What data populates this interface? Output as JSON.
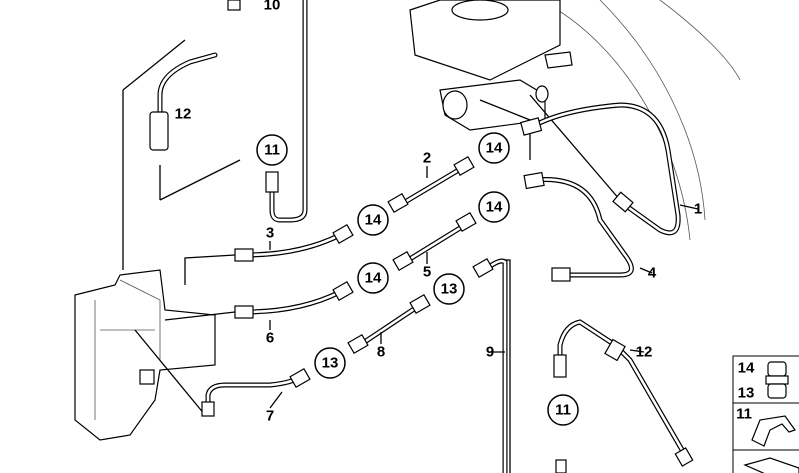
{
  "diagram": {
    "callouts": {
      "c10": "10",
      "c12_left": "12",
      "c11_top": "11",
      "c3": "3",
      "c14_a": "14",
      "c2": "2",
      "c14_b": "14",
      "c14_c": "14",
      "c5": "5",
      "c14_d": "14",
      "c13_a": "13",
      "c6": "6",
      "c13_b": "13",
      "c8": "8",
      "c9": "9",
      "c7": "7",
      "c1": "1",
      "c4": "4",
      "c12_right": "12",
      "c11_bottom": "11"
    },
    "legend": {
      "row1_top": "14",
      "row1_bottom": "13",
      "row2": "11"
    }
  }
}
